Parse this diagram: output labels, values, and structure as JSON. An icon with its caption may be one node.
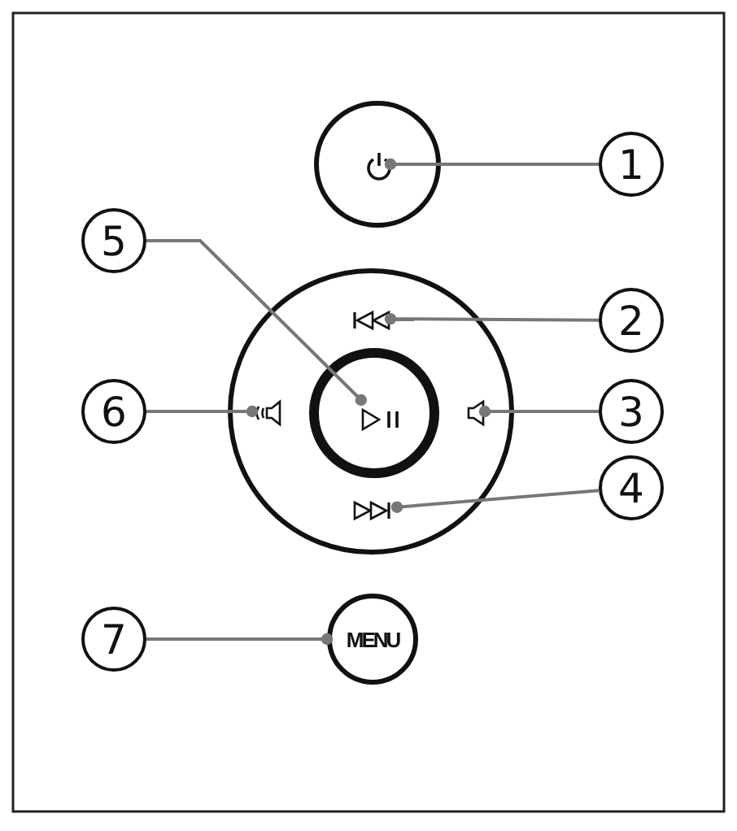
{
  "diagram": {
    "nodes": [
      {
        "text": [],
        "shape": "circle"
      },
      {
        "text": [],
        "shape": "icon",
        "in": 0
      },
      {
        "text": [
          "1"
        ]
      },
      {
        "text": [
          "5"
        ]
      },
      {
        "text": [],
        "shape": "circle"
      },
      {
        "text": [],
        "shape": "icon",
        "in": 4
      },
      {
        "text": [
          "2"
        ]
      },
      {
        "text": [
          "6"
        ]
      },
      {
        "text": [],
        "shape": "icon",
        "in": 4
      },
      {
        "text": [],
        "shape": "circle",
        "in": 4
      },
      {
        "text": [],
        "shape": "icon",
        "in": 9
      },
      {
        "text": [],
        "shape": "icon",
        "in": 4
      },
      {
        "text": [
          "3"
        ]
      },
      {
        "text": [],
        "shape": "icon",
        "in": 4
      },
      {
        "text": [
          "4"
        ]
      },
      {
        "text": [
          "7"
        ]
      },
      {
        "text": [
          "MENU"
        ]
      }
    ],
    "edges": [
      {
        "from": 2,
        "to": 1,
        "arrow": "other"
      },
      {
        "from": 6,
        "to": 5,
        "arrow": "other"
      },
      {
        "from": 12,
        "to": 11,
        "arrow": "other"
      },
      {
        "from": 14,
        "to": 13,
        "arrow": "other"
      },
      {
        "from": 3,
        "to": 10,
        "arrow": "other"
      },
      {
        "from": 7,
        "to": 8,
        "arrow": "other"
      },
      {
        "from": 15,
        "to": 16,
        "arrow": "other"
      }
    ]
  }
}
